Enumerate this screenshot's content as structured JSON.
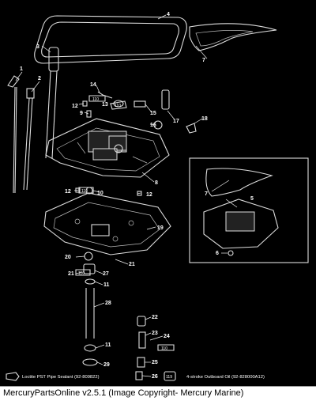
{
  "labels": {
    "p1": "1",
    "p2": "2",
    "p3": "3",
    "p4": "4",
    "p5": "5",
    "p6": "6",
    "p7a": "7",
    "p7b": "7",
    "p8": "8",
    "p9": "9",
    "p10": "10",
    "p11a": "11",
    "p11b": "11",
    "p12a": "12",
    "p12b": "12",
    "p12c": "12",
    "p13": "13",
    "p14": "14",
    "p15": "15",
    "p16": "16",
    "p17": "17",
    "p18": "18",
    "p19": "19",
    "p20": "20",
    "p21a": "21",
    "p21b": "21",
    "p22": "22",
    "p23": "23",
    "p24": "24",
    "p25": "25",
    "p26": "26",
    "p27": "27",
    "p28": "28",
    "p29": "29"
  },
  "icon_labels": {
    "tube_a": "110",
    "tube_b": "110",
    "tube_c": "110",
    "tube_d": "110",
    "tube_e": "110",
    "oil_can": "119"
  },
  "legend": {
    "sealant": "Loctite PST Pipe Sealant (92-809822)",
    "oil": "4-stroke Outboard Oil (92-828000A12)"
  },
  "footer": "MercuryPartsOnline v2.5.1 (Image Copyright- Mercury Marine)"
}
